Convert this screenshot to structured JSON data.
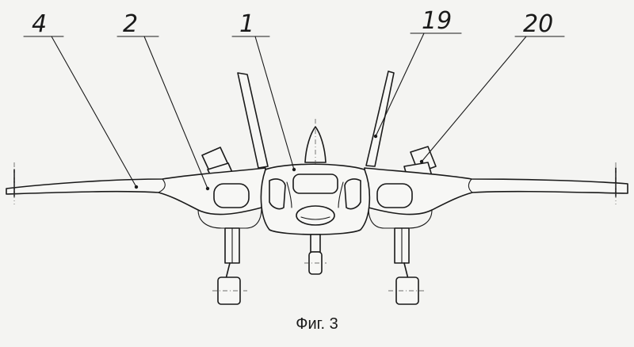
{
  "callouts": [
    {
      "label": "4",
      "part": "outer-wing"
    },
    {
      "label": "2",
      "part": "inner-wing-nacelle"
    },
    {
      "label": "1",
      "part": "fuselage-cockpit"
    },
    {
      "label": "19",
      "part": "vertical-tail"
    },
    {
      "label": "20",
      "part": "engine-intake"
    }
  ],
  "caption": "Фиг. 3"
}
